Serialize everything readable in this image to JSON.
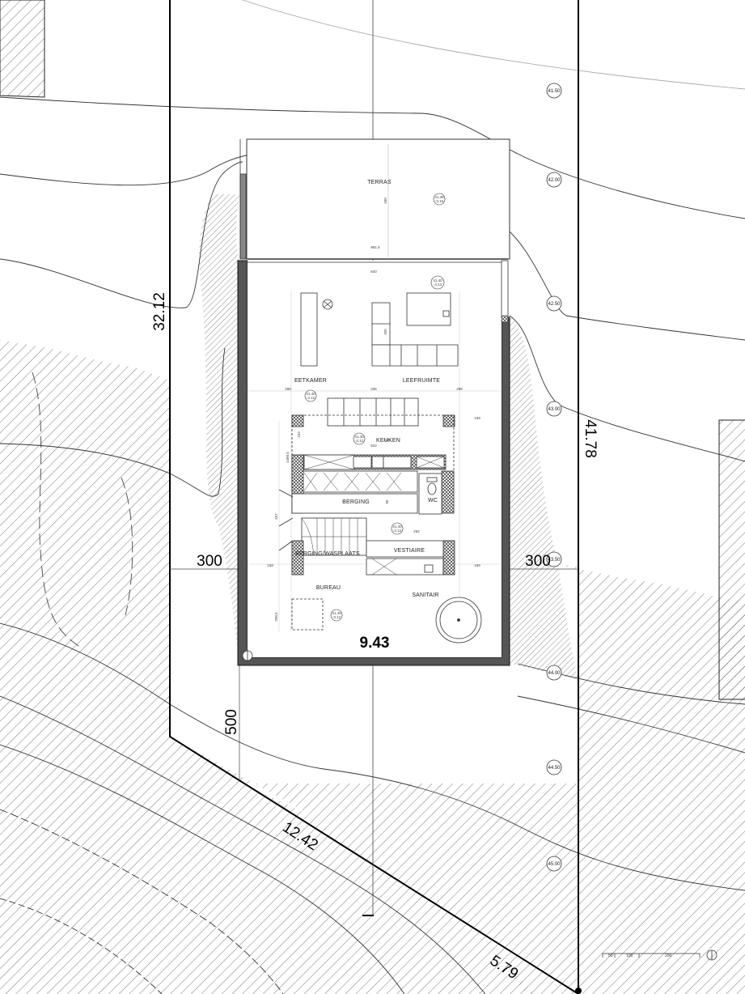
{
  "rooms": {
    "terras": "TERRAS",
    "eetkamer": "EETKAMER",
    "leefruimte": "LEEFRUIMTE",
    "keuken": "KEUKEN",
    "berging": "BERGING",
    "wc": "WC",
    "berging_wasplaats": "BERGING/WASPLAATS",
    "vestiaire": "VESTIAIRE",
    "bureau": "BUREAU",
    "sanitair": "SANITAIR"
  },
  "dimensions": {
    "left_side": "32.12",
    "right_side": "41.78",
    "front_side": "12.42",
    "corner_side": "5.79",
    "house_width": "9.43",
    "setback_left": "300",
    "setback_right": "300",
    "setback_rear": "500"
  },
  "contour_levels": [
    "41.50",
    "42.00",
    "42.50",
    "43.00",
    "43.50",
    "44.00",
    "44.50",
    "45.00"
  ],
  "floor_levels": {
    "terras": [
      "41.38",
      "-3.16"
    ],
    "leefruimte": [
      "41.40",
      "-3.12"
    ],
    "eetkamer": [
      "41.40",
      "-3.12"
    ],
    "keuken": [
      "41.40",
      "-3.12"
    ],
    "vestiaire": [
      "41.40",
      "-3.12"
    ],
    "bureau": [
      "41.40",
      "-3.12"
    ]
  },
  "small_dims": {
    "terras_depth": "400",
    "window_width": "881,5",
    "interior_width": "840",
    "row_a": [
      "298",
      "336",
      "298"
    ],
    "row_b": [
      "159",
      "522",
      "159"
    ],
    "kitchen_depth": "153",
    "hall_depth": "1460,5",
    "stair_width": "457",
    "vestiaire_width": "292",
    "bureau_depth": "298,5",
    "leef_depth": "320",
    "k_small": "210",
    "berging_depth": "96"
  },
  "scale_bar": [
    "50",
    "100",
    "200"
  ],
  "icons": [
    "north-arrow-icon"
  ]
}
